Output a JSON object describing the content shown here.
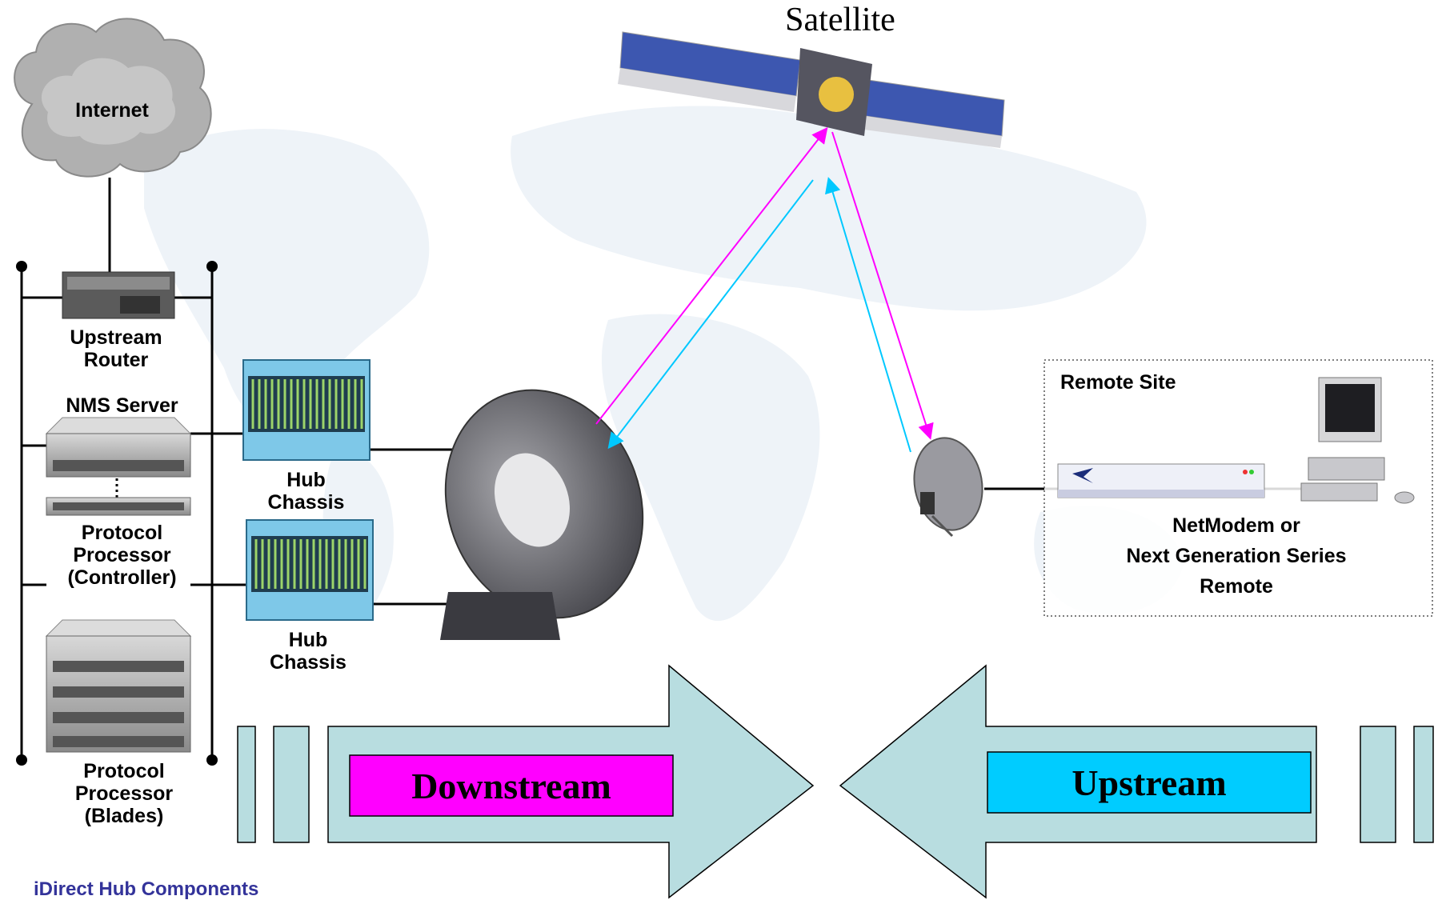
{
  "satellite": {
    "label": "Satellite"
  },
  "internet": {
    "label": "Internet"
  },
  "upstream_router": {
    "label": "Upstream\nRouter"
  },
  "nms_server": {
    "label": "NMS Server"
  },
  "protocol_processor_controller": {
    "label": "Protocol\nProcessor\n(Controller)"
  },
  "protocol_processor_blades": {
    "label": "Protocol\nProcessor\n(Blades)"
  },
  "hub_chassis_1": {
    "label": "Hub\nChassis"
  },
  "hub_chassis_2": {
    "label": "Hub\nChassis"
  },
  "remote_site": {
    "title": "Remote Site",
    "remote_label": "NetModem or\nNext Generation Series\nRemote"
  },
  "downstream": {
    "label": "Downstream"
  },
  "upstream": {
    "label": "Upstream"
  },
  "caption": "iDirect Hub Components",
  "colors": {
    "downlink_magenta": "#ff00ff",
    "uplink_cyan": "#00c8ff",
    "arrow_fill": "#b8dde0",
    "downstream_box": "#ff00ff",
    "upstream_box": "#00ccff",
    "caption_color": "#33339a"
  }
}
